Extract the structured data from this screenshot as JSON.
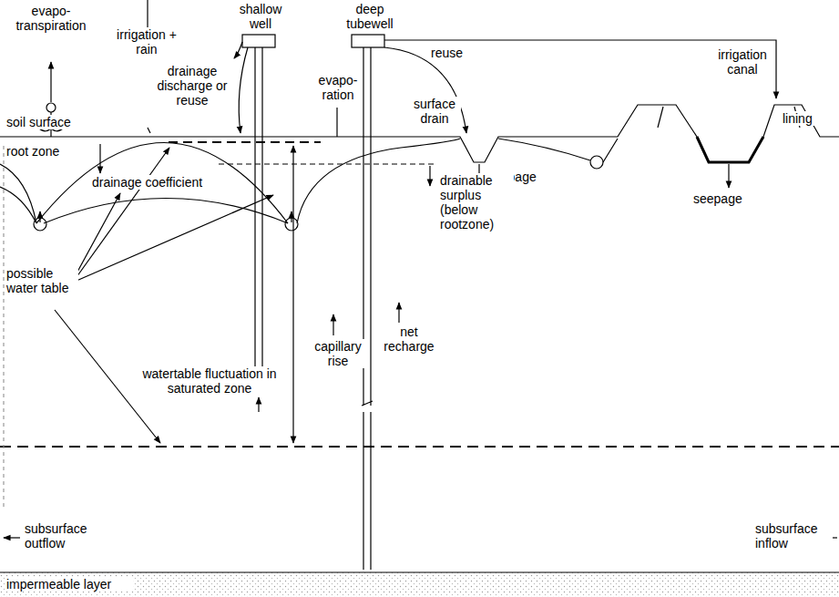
{
  "diagram": {
    "labels": [
      "evapo- transpiration",
      "shallow well",
      "deep tubewell",
      "irrigation + rain",
      "reuse",
      "irrigation canal",
      "drainage discharge or reuse",
      "evapo- ration",
      "surface drain",
      "soil surface",
      "lining",
      "root zone",
      "seepage",
      "seepage",
      "drainage coefficient",
      "drainable surplus (below rootzone)",
      "possible water table",
      "net recharge",
      "capillary rise",
      "watertable fluctuation in saturated zone",
      "subsurface outflow",
      "subsurface inflow",
      "impermeable layer"
    ]
  }
}
